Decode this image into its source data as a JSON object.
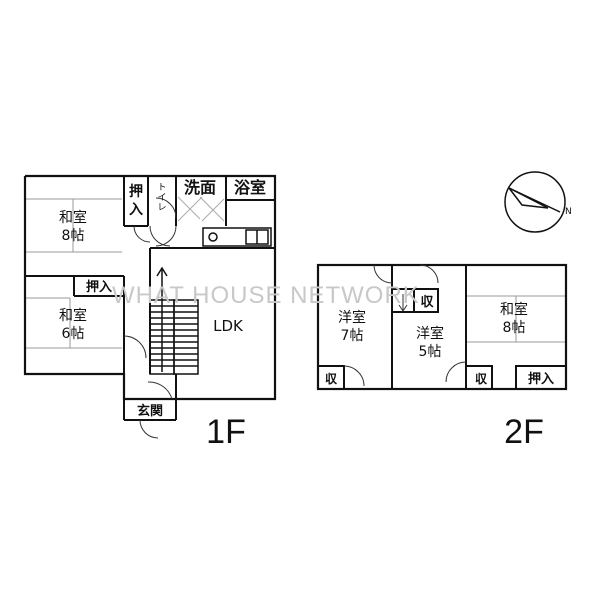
{
  "watermark": "WHAT HOUSE NETWORK",
  "floor1": {
    "label": "1F",
    "rooms": {
      "washitsu8": {
        "name": "和室",
        "size": "8帖"
      },
      "washitsu6": {
        "name": "和室",
        "size": "6帖"
      },
      "oshiire_top": {
        "line1": "押",
        "line2": "入"
      },
      "oshiire_mid": "押入",
      "toilet": {
        "line1": "ト",
        "line2": "イ",
        "line3": "レ"
      },
      "senmen": "洗面",
      "yokushitsu": "浴室",
      "ldk": "LDK",
      "genkan": "玄関"
    }
  },
  "floor2": {
    "label": "2F",
    "rooms": {
      "yoshitsu7": {
        "name": "洋室",
        "size": "7帖"
      },
      "yoshitsu5": {
        "name": "洋室",
        "size": "5帖"
      },
      "washitsu8": {
        "name": "和室",
        "size": "8帖"
      },
      "shu_top": "収",
      "shu_left": "収",
      "shu_right": "収",
      "oshiire": "押入"
    }
  },
  "compass": {
    "label": "N"
  }
}
